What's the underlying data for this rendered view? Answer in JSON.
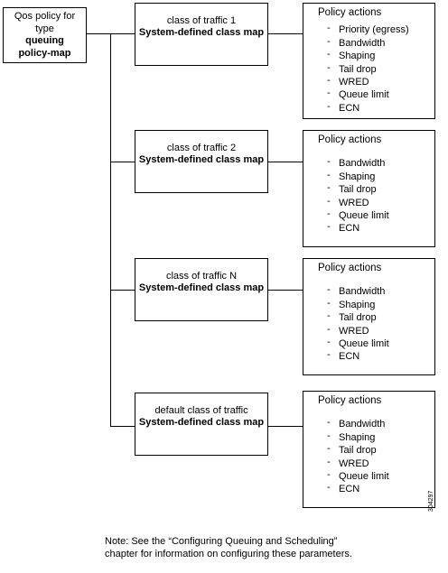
{
  "root": {
    "lines": [
      "Qos policy for",
      "type"
    ],
    "bold_lines": [
      "queuing",
      "policy-map"
    ]
  },
  "classes": [
    {
      "name": "class of traffic 1",
      "kind": "System-defined class map",
      "actions_title": "Policy actions",
      "actions": [
        "Priority (egress)",
        "Bandwidth",
        "Shaping",
        "Tail drop",
        "WRED",
        "Queue limit",
        "ECN"
      ]
    },
    {
      "name": "class of traffic 2",
      "kind": "System-defined class map",
      "actions_title": "Policy actions",
      "actions": [
        "Bandwidth",
        "Shaping",
        "Tail drop",
        "WRED",
        "Queue limit",
        "ECN"
      ]
    },
    {
      "name": "class of traffic N",
      "kind": "System-defined class map",
      "actions_title": "Policy actions",
      "actions": [
        "Bandwidth",
        "Shaping",
        "Tail drop",
        "WRED",
        "Queue limit",
        "ECN"
      ]
    },
    {
      "name": "default class of traffic",
      "kind": "System-defined class map",
      "actions_title": "Policy actions",
      "actions": [
        "Bandwidth",
        "Shaping",
        "Tail drop",
        "WRED",
        "Queue limit",
        "ECN"
      ]
    }
  ],
  "note": [
    "Note: See the “Configuring Queuing and Scheduling”",
    "chapter for information on configuring these parameters."
  ],
  "figure_id": "304297"
}
